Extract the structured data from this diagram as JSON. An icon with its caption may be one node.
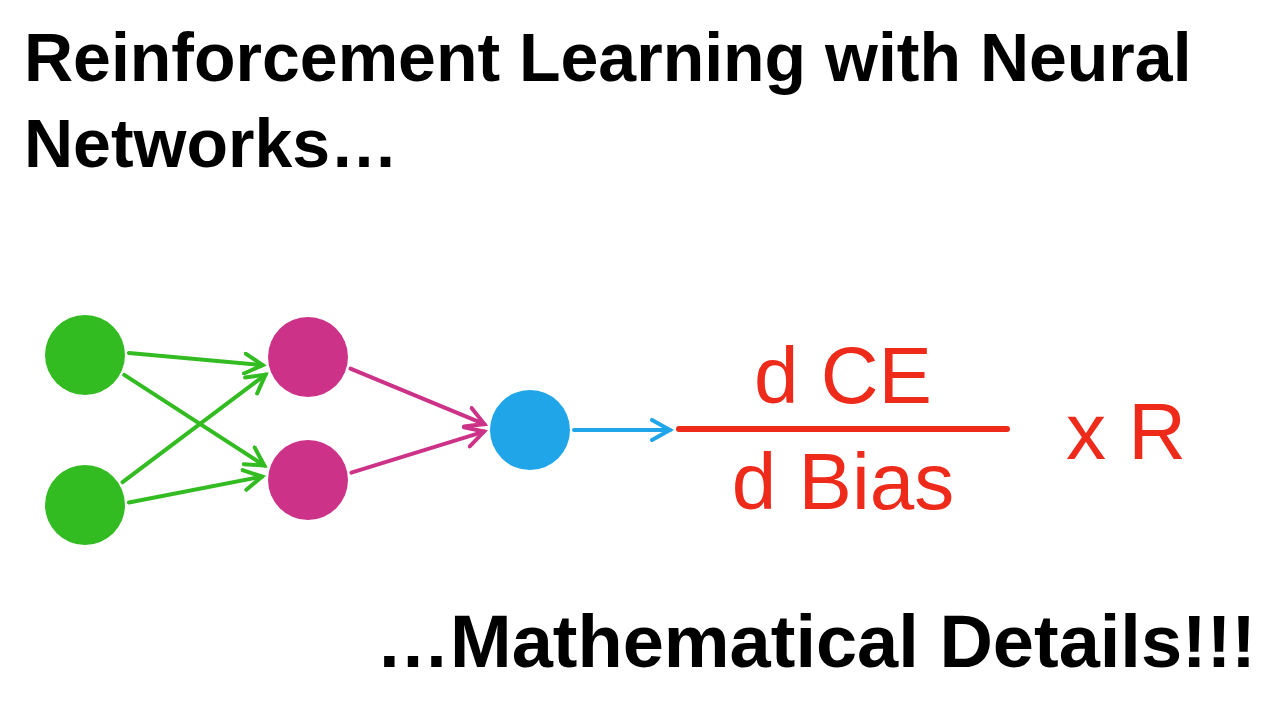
{
  "diagram": {
    "title": "Reinforcement Learning with Neural Networks…",
    "caption": "…Mathematical Details!!!",
    "nodes": [
      {
        "text": [],
        "shape": "circle"
      },
      {
        "text": [],
        "shape": "circle"
      },
      {
        "text": [],
        "shape": "circle"
      },
      {
        "text": [],
        "shape": "circle"
      },
      {
        "text": [],
        "shape": "circle"
      },
      {
        "text": [
          "d CE",
          "d Bias"
        ]
      }
    ],
    "edges": [
      {
        "from": 0,
        "to": 2,
        "arrow": "to",
        "color": "#33bb22"
      },
      {
        "from": 0,
        "to": 3,
        "arrow": "to",
        "color": "#33bb22"
      },
      {
        "from": 1,
        "to": 2,
        "arrow": "to",
        "color": "#33bb22"
      },
      {
        "from": 1,
        "to": 3,
        "arrow": "to",
        "color": "#33bb22"
      },
      {
        "from": 2,
        "to": 4,
        "arrow": "to",
        "color": "#cc3388"
      },
      {
        "from": 3,
        "to": 4,
        "arrow": "to",
        "color": "#cc3388"
      },
      {
        "from": 4,
        "to": 5,
        "arrow": "to",
        "color": "#1fa5e8"
      }
    ],
    "labels": [
      "x R"
    ]
  }
}
